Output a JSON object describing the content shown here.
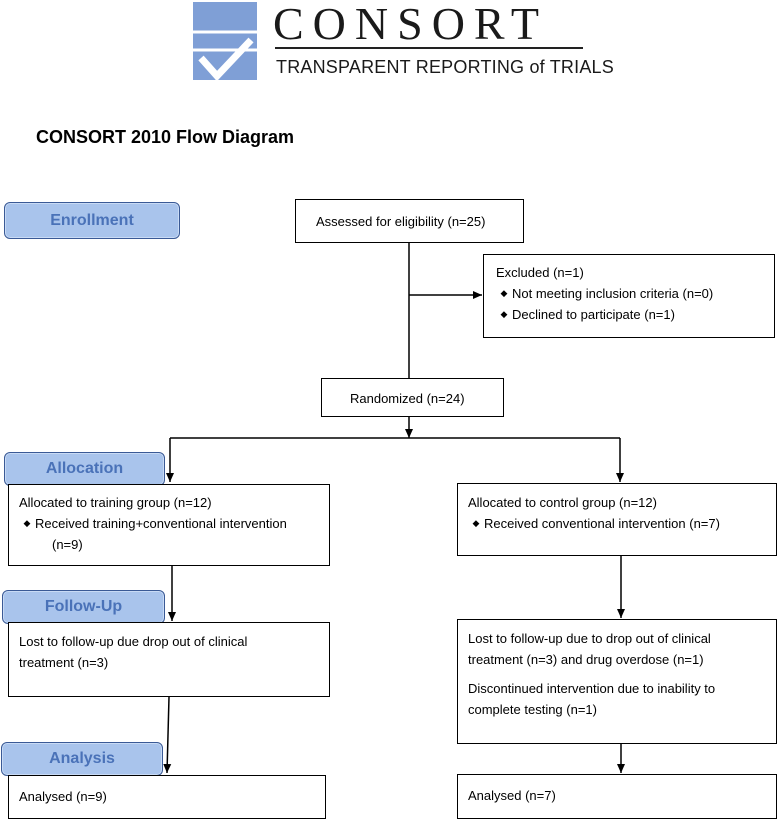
{
  "logo": {
    "wordmark": "CONSORT",
    "tagline": "TRANSPARENT REPORTING of TRIALS"
  },
  "title": "CONSORT 2010 Flow Diagram",
  "stages": {
    "enrollment": "Enrollment",
    "allocation": "Allocation",
    "followup": "Follow-Up",
    "analysis": "Analysis"
  },
  "assessed": "Assessed for eligibility (n=25)",
  "excluded": {
    "header": "Excluded (n=1)",
    "items": [
      "Not meeting inclusion criteria (n=0)",
      "Declined to participate (n=1)"
    ]
  },
  "randomized": "Randomized (n=24)",
  "training": {
    "allocated": "Allocated to training group (n=12)",
    "received": "Received training+conventional intervention",
    "received_n": "(n=9)",
    "lost_line1": "Lost to follow-up due drop out of clinical",
    "lost_line2": "treatment (n=3)",
    "analysed": "Analysed (n=9)"
  },
  "control": {
    "allocated": "Allocated to control group (n=12)",
    "received": "Received conventional intervention (n=7)",
    "lost_line1": "Lost to follow-up due to drop out of clinical",
    "lost_line2": "treatment (n=3) and drug overdose (n=1)",
    "discontinued_line1": "Discontinued intervention due to inability to",
    "discontinued_line2": "complete testing (n=1)",
    "analysed": "Analysed (n=7)"
  },
  "colors": {
    "stage_fill": "#a9c4ec",
    "stage_text": "#4a72b8",
    "logo_blue": "#7f9fd6"
  }
}
